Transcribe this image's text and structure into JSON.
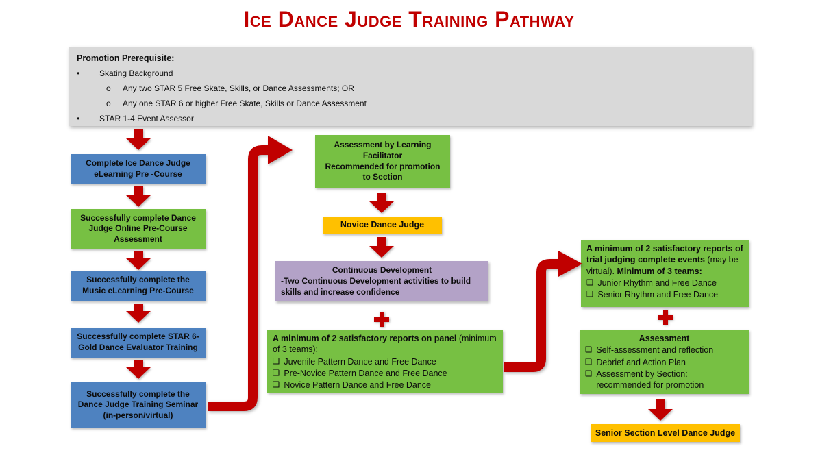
{
  "title": "Ice Dance Judge Training Pathway",
  "colors": {
    "accent_red": "#c00000",
    "box_blue": "#4e82c0",
    "box_green": "#77c043",
    "box_orange": "#ffc000",
    "box_purple": "#b3a2c7",
    "box_gray": "#d9d9d9"
  },
  "icons": {
    "bullet": "•",
    "circle": "o",
    "checkbox": "❑"
  },
  "prerequisite": {
    "heading": "Promotion Prerequisite:",
    "items": [
      "Skating Background",
      "Any two STAR 5 Free Skate, Skills, or Dance Assessments; OR",
      "Any one STAR 6 or higher Free Skate, Skills or Dance Assessment",
      "STAR 1-4 Event Assessor"
    ]
  },
  "left_flow": {
    "boxes": [
      "Complete Ice Dance Judge\neLearning Pre -Course",
      "Successfully complete Dance\nJudge Online Pre-Course\nAssessment",
      "Successfully complete the\nMusic eLearning Pre-Course",
      "Successfully complete STAR 6-\nGold Dance Evaluator Training",
      "Successfully complete the\nDance Judge Training Seminar\n(in-person/virtual)"
    ]
  },
  "middle_flow": {
    "facilitator_box": "Assessment by Learning\nFacilitator\nRecommended for promotion\nto Section",
    "novice_badge": "Novice Dance Judge",
    "continuous_development": {
      "heading": "Continuous Development",
      "body": "-Two Continuous Development activities to build\nskills and increase confidence"
    },
    "panel_reports": {
      "heading_bold": "A minimum of 2 satisfactory reports on panel",
      "heading_regular": " (minimum of 3 teams):",
      "items": [
        "Juvenile Pattern Dance and Free Dance",
        "Pre-Novice Pattern Dance and Free Dance",
        "Novice Pattern Dance and Free Dance"
      ]
    }
  },
  "right_flow": {
    "trial_reports": {
      "heading_bold": "A minimum of 2 satisfactory reports of trial judging complete events",
      "heading_regular": " (may be virtual). ",
      "heading_bold2": "Minimum of 3 teams:",
      "items": [
        "Junior Rhythm and Free Dance",
        "Senior Rhythm and Free Dance"
      ]
    },
    "assessment": {
      "heading": "Assessment",
      "items": [
        "Self-assessment and reflection",
        "Debrief and Action Plan",
        "Assessment by Section:\nrecommended for promotion"
      ]
    },
    "senior_badge": "Senior Section Level  Dance Judge"
  }
}
